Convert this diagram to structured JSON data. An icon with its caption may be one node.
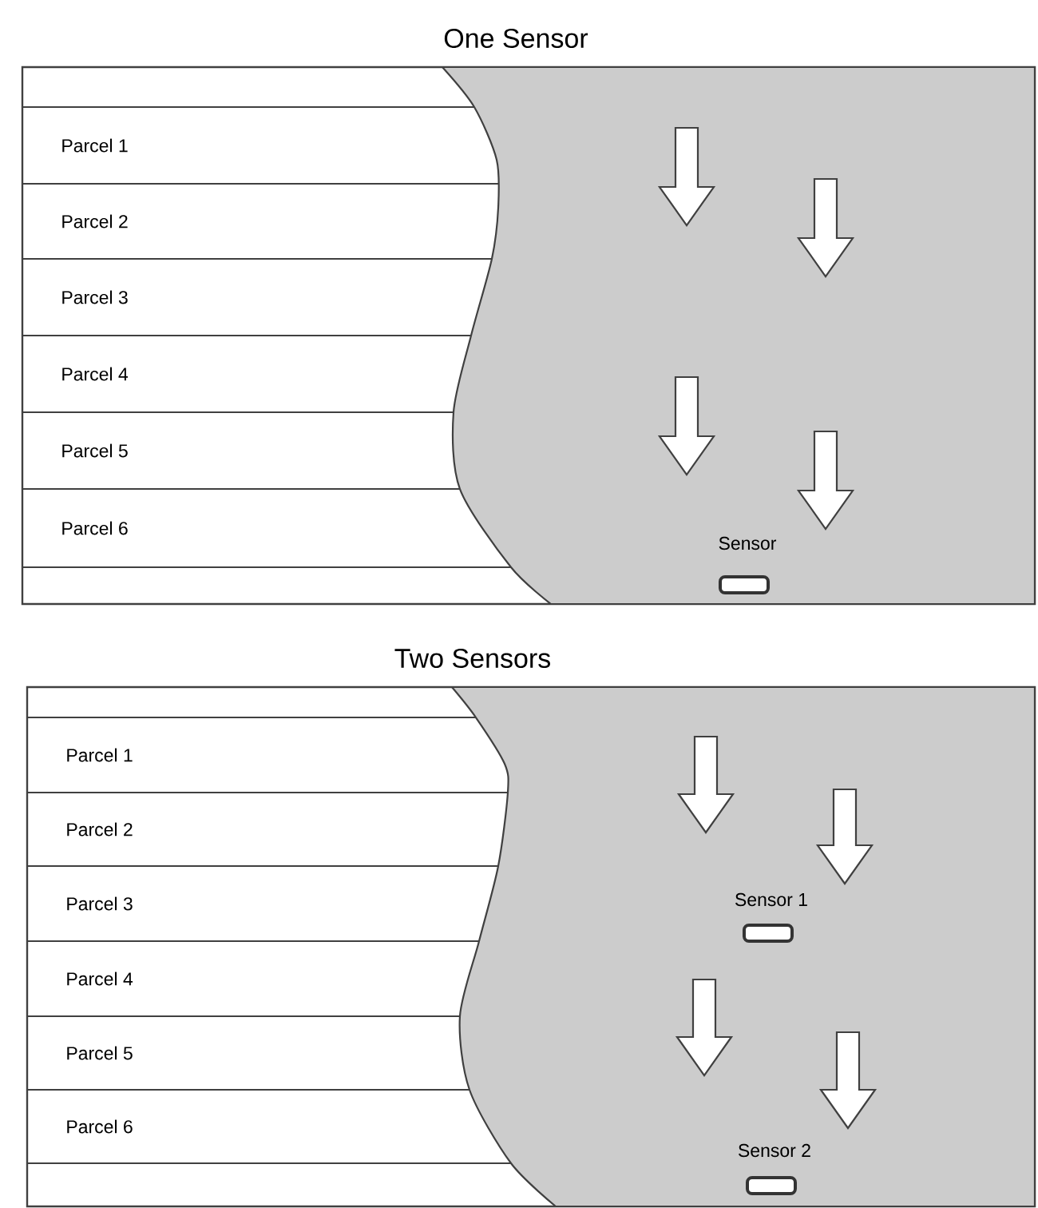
{
  "diagram": {
    "nodes": [
      {
        "text": [
          "One Sensor"
        ]
      },
      {
        "text": [
          "Parcel 1"
        ],
        "in": 0
      },
      {
        "text": [
          "Parcel 2"
        ],
        "in": 0
      },
      {
        "text": [
          "Parcel 3"
        ],
        "in": 0
      },
      {
        "text": [
          "Parcel 4"
        ],
        "in": 0
      },
      {
        "text": [
          "Parcel 5"
        ],
        "in": 0
      },
      {
        "text": [
          "Parcel 6"
        ],
        "in": 0
      },
      {
        "text": [
          "Sensor"
        ],
        "in": 0
      },
      {
        "text": [
          "Two Sensors"
        ]
      },
      {
        "text": [
          "Parcel 1"
        ],
        "in": 8
      },
      {
        "text": [
          "Parcel 2"
        ],
        "in": 8
      },
      {
        "text": [
          "Parcel 3"
        ],
        "in": 8
      },
      {
        "text": [
          "Parcel 4"
        ],
        "in": 8
      },
      {
        "text": [
          "Parcel 5"
        ],
        "in": 8
      },
      {
        "text": [
          "Parcel 6"
        ],
        "in": 8
      },
      {
        "text": [
          "Sensor 1"
        ],
        "in": 8
      },
      {
        "text": [
          "Sensor 2"
        ],
        "in": 8
      }
    ]
  }
}
